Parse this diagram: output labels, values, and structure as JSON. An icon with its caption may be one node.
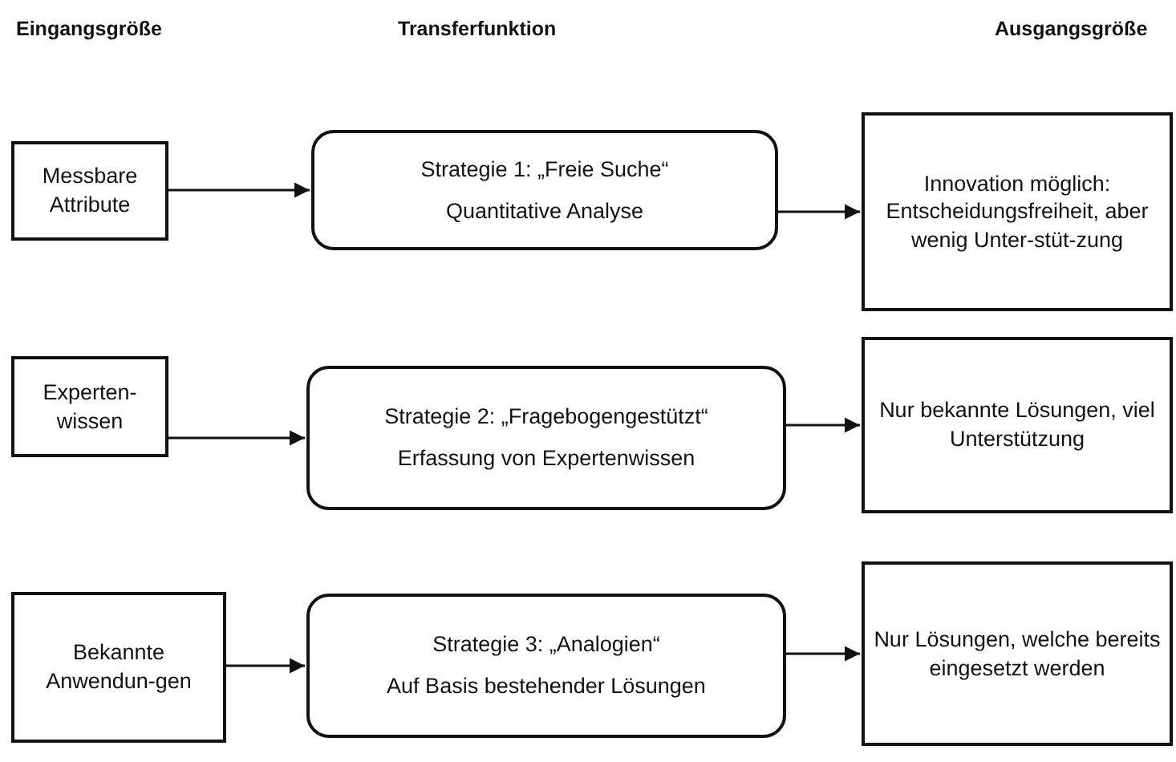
{
  "diagram": {
    "nodes": [
      {
        "text": [
          "Messbare Attribute"
        ]
      },
      {
        "text": [
          "Strategie 1: „Freie Suche“",
          "Quantitative Analyse"
        ]
      },
      {
        "text": [
          "Innovation möglich: Entscheidungsfreiheit, aber wenig Unter-stüt-zung"
        ]
      },
      {
        "text": [
          "Experten-wissen"
        ]
      },
      {
        "text": [
          "Strategie 2: „Fragebogengestützt“",
          "Erfassung von Expertenwissen"
        ]
      },
      {
        "text": [
          "Nur bekannte Lösungen, viel Unterstützung"
        ]
      },
      {
        "text": [
          "Bekannte Anwendun-gen"
        ]
      },
      {
        "text": [
          "Strategie 3: „Analogien“",
          "Auf Basis bestehender Lösungen"
        ]
      },
      {
        "text": [
          "Nur Lösungen, welche bereits eingesetzt werden"
        ]
      }
    ],
    "edges": [
      {
        "from": 0,
        "to": 1,
        "arrow": "to"
      },
      {
        "from": 1,
        "to": 2,
        "arrow": "to"
      },
      {
        "from": 3,
        "to": 4,
        "arrow": "to"
      },
      {
        "from": 4,
        "to": 5,
        "arrow": "to"
      },
      {
        "from": 6,
        "to": 7,
        "arrow": "to"
      },
      {
        "from": 7,
        "to": 8,
        "arrow": "to"
      }
    ],
    "labels": [
      "Eingangsgröße",
      "Transferfunktion",
      "Ausgangsgröße"
    ]
  }
}
